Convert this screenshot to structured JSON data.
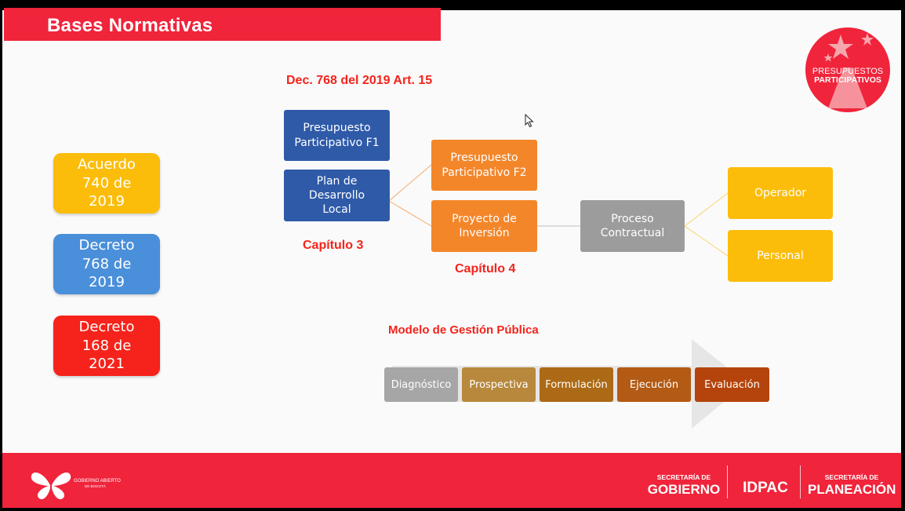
{
  "title": "Bases Normativas",
  "decree_heading": "Dec. 768 del 2019 Art. 15",
  "left_boxes": [
    {
      "label": "Acuerdo 740 de 2019"
    },
    {
      "label": "Decreto 768 de 2019"
    },
    {
      "label": "Decreto 168 de 2021"
    }
  ],
  "flow": {
    "presupuesto_f1": "Presupuesto Participativo F1",
    "plan_desarrollo": "Plan de Desarrollo Local",
    "presupuesto_f2": "Presupuesto Participativo F2",
    "proyecto_inversion": "Proyecto de Inversión",
    "proceso_contractual": "Proceso Contractual",
    "operador": "Operador",
    "personal": "Personal",
    "capitulo_3": "Capítulo 3",
    "capitulo_4": "Capítulo 4"
  },
  "modelo": {
    "title": "Modelo de Gestión Pública",
    "stages": [
      "Diagnóstico",
      "Prospectiva",
      "Formulación",
      "Ejecución",
      "Evaluación"
    ]
  },
  "logo": {
    "line1": "PRESUPUESTOS",
    "line2": "PARTICIPATIVOS"
  },
  "footer": {
    "gobierno_abierto_line1": "GOBIERNO ABIERTO",
    "gobierno_abierto_line2": "DE BOGOTÁ",
    "secretaria_gobierno_small": "SECRETARÍA DE",
    "secretaria_gobierno_big": "GOBIERNO",
    "idpac": "IDPAC",
    "secretaria_planeacion_small": "SECRETARÍA DE",
    "secretaria_planeacion_big": "PLANEACIÓN"
  },
  "colors": {
    "accent_red": "#f0243b",
    "text_red": "#f5231b",
    "blue": "#2f5aa8",
    "orange": "#f4862a",
    "yellow": "#fbbd0a",
    "gray": "#9c9c9c"
  }
}
